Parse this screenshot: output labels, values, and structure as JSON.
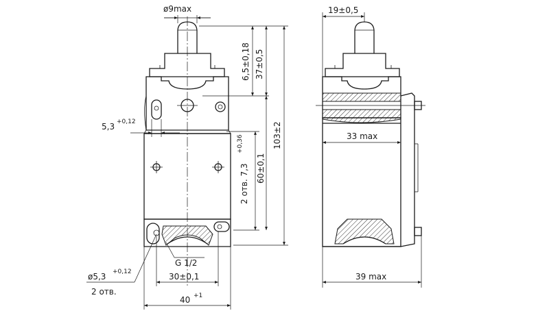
{
  "front_view": {
    "dia_plunger": "ø9max",
    "dim_plunger_travel": "6,5±0,18",
    "dim_height_top": "37±0,5",
    "dim_total_height": "103±2",
    "dim_hole_spacing": "60±0,1",
    "dim_holes_label": "2 отв. 7,3",
    "dim_holes_tol": "+0,36",
    "dim_slot_width": "5,3",
    "dim_slot_tol": "+0,12",
    "thread": "G 1/2",
    "dim_base_holes": "30±0,1",
    "dim_width": "40",
    "dim_width_tol": "+1",
    "dia_mount_hole": "ø5,3",
    "dia_mount_tol": "+0,12",
    "mount_hole_count": "2 отв."
  },
  "side_view": {
    "dim_top_offset": "19±0,5",
    "dim_inner_width": "33 max",
    "dim_depth": "39 max"
  }
}
